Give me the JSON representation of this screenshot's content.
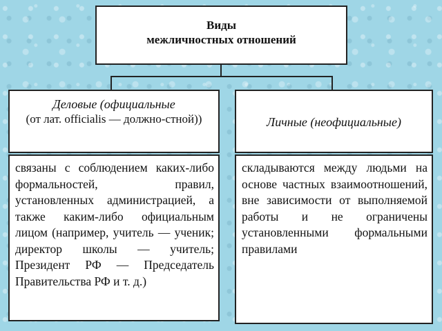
{
  "root": {
    "line1": "Виды",
    "line2": "межличностных отношений"
  },
  "left": {
    "title_italic": "Деловые (официальные",
    "title_rest": "(от лат. officialis — должно-стной))",
    "description": "связаны с соблюдением каких-либо формальностей, правил, установленных администрацией, а также каким-либо официальным лицом (например, учитель — ученик; директор школы — учитель; Президент РФ — Председатель Правительства РФ и т. д.)"
  },
  "right": {
    "title_italic": "Личные (неофициальные)",
    "description": "складываются между людьми на основе частных взаимоотношений, вне зависимости от выполняемой работы и не ограничены установленными формальными правилами"
  }
}
